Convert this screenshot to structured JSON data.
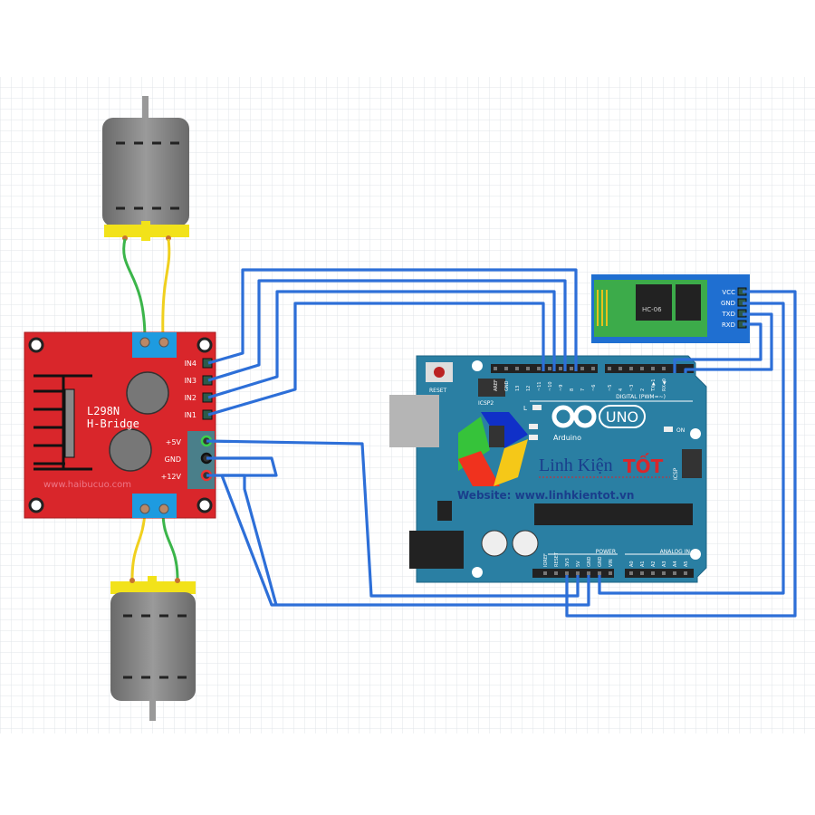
{
  "l298n": {
    "title": "L298N",
    "subtitle": "H-Bridge",
    "pins": [
      "IN4",
      "IN3",
      "IN2",
      "IN1"
    ],
    "power_pins": [
      "+5V",
      "GND",
      "+12V"
    ],
    "watermark": "www.haibucuo.com"
  },
  "arduino": {
    "reset_label": "RESET",
    "icsp2_label": "ICSP2",
    "icsp_label": "ICSP",
    "l_label": "L",
    "on_label": "ON",
    "uno_label": "UNO",
    "brand": "Arduino",
    "digital_label": "DIGITAL (PWM=~)",
    "digital_pins": [
      "AREF",
      "GND",
      "13",
      "12",
      "~11",
      "~10",
      "~9",
      "8",
      "7",
      "~6",
      "~5",
      "4",
      "~3",
      "2",
      "TX▶1",
      "RX◀0"
    ],
    "power_label": "POWER",
    "power_pins": [
      "IOREF",
      "RESET",
      "3V3",
      "5V",
      "GND",
      "GND",
      "VIN"
    ],
    "analog_label": "ANALOG IN",
    "analog_pins": [
      "A0",
      "A1",
      "A2",
      "A3",
      "A4",
      "A5"
    ]
  },
  "hc06": {
    "chip_label": "HC-06",
    "pins": [
      "VCC",
      "GND",
      "TXD",
      "RXD"
    ]
  },
  "overlay": {
    "logo_top": "TỐT",
    "logo_name": "Linh Kiện",
    "website": "Website: www.linhkientot.vn"
  },
  "colors": {
    "wire": "#2d6fd8",
    "l298n": "#d9262b",
    "arduino": "#2a7fa3",
    "hc06": "#1f6fd1"
  }
}
